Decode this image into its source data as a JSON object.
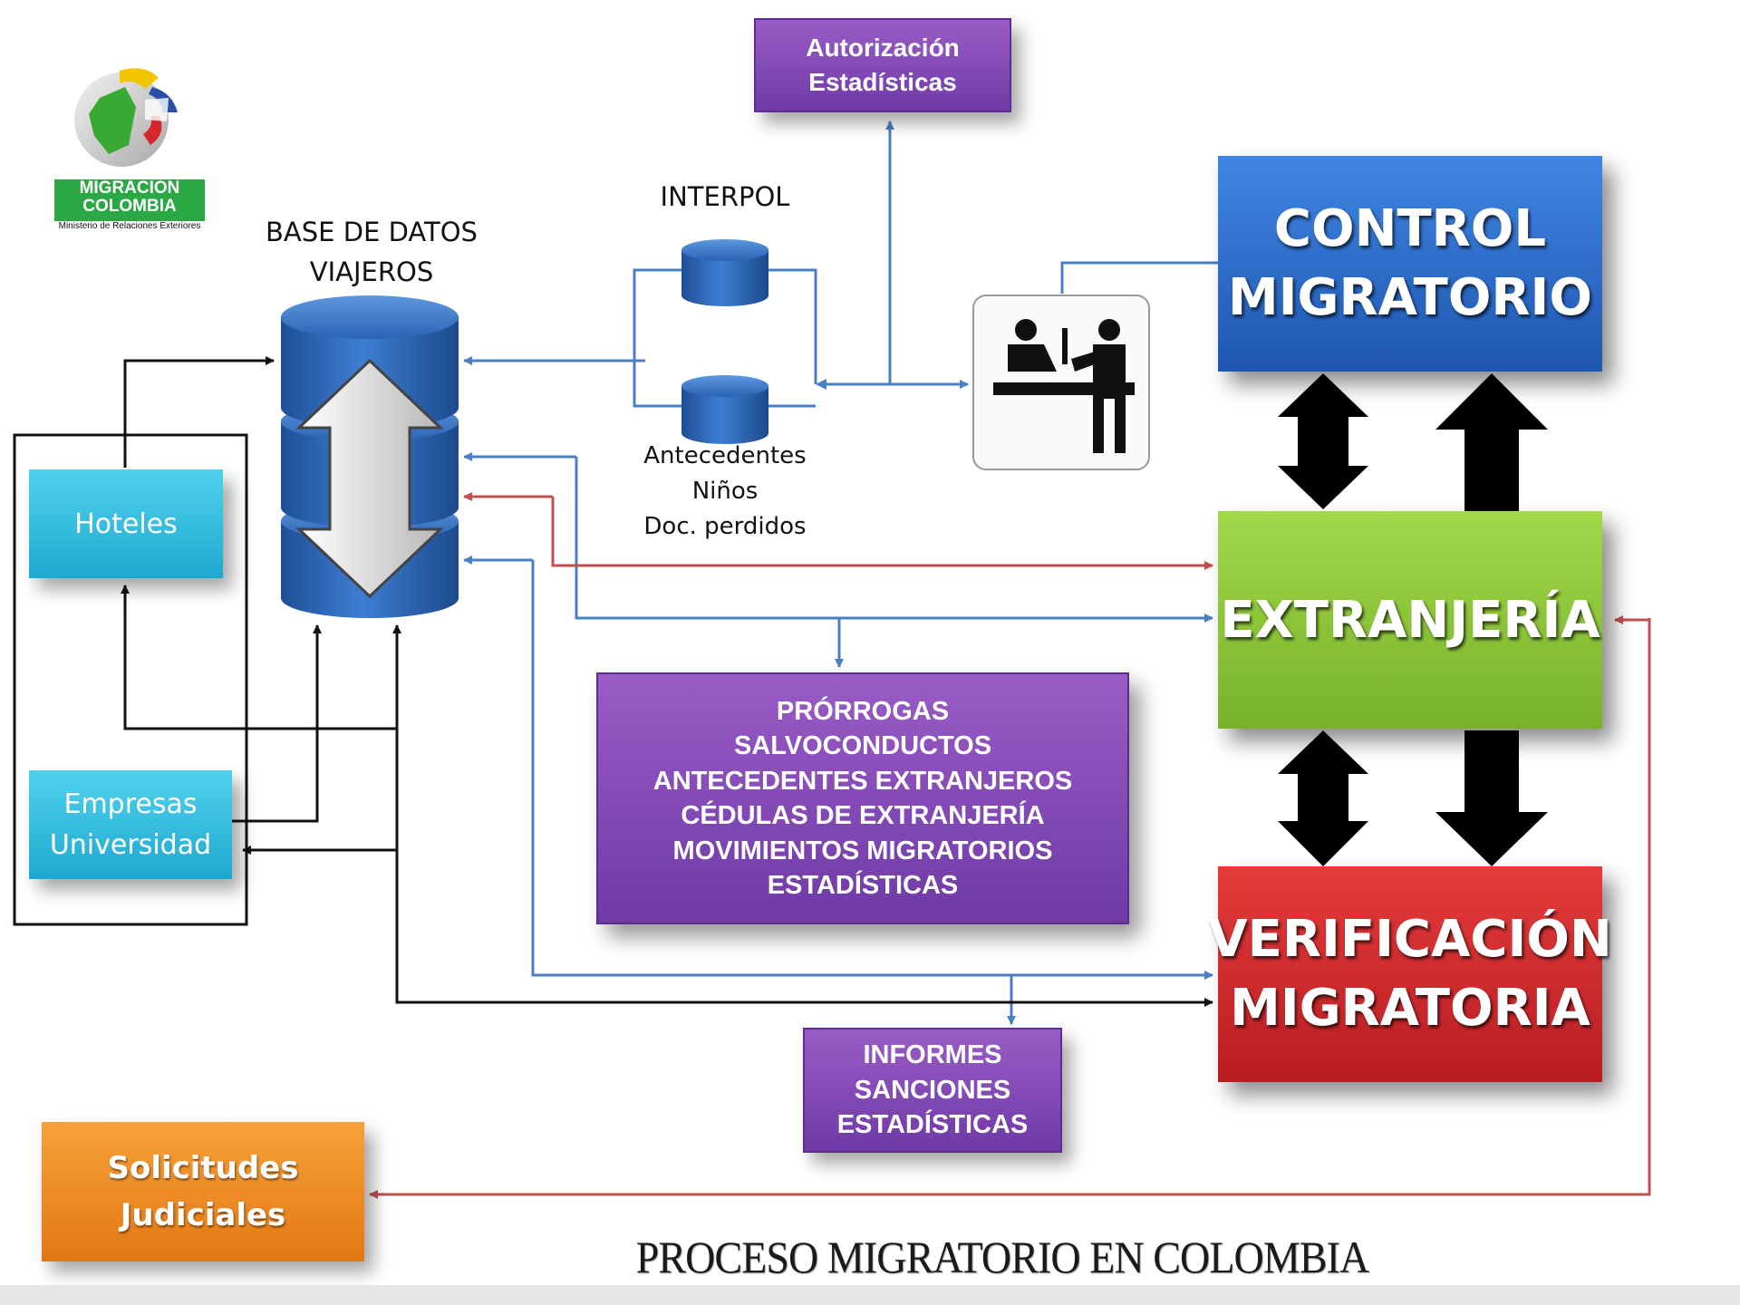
{
  "logo": {
    "name_line1": "MIGRACIÓN",
    "name_line2": "COLOMBIA",
    "subtitle": "Ministerio de Relaciones Exteriores"
  },
  "database": {
    "line1": "BASE DE DATOS",
    "line2": "VIAJEROS"
  },
  "interpol": {
    "title": "INTERPOL",
    "line1": "Antecedentes",
    "line2": "Niños",
    "line3": "Doc. perdidos"
  },
  "auth_box": {
    "line1": "Autorización",
    "line2": "Estadísticas"
  },
  "control_box": {
    "line1": "CONTROL",
    "line2": "MIGRATORIO"
  },
  "extranjeria_box": {
    "label": "EXTRANJERÍA"
  },
  "verificacion_box": {
    "line1": "VERIFICACIÓN",
    "line2": "MIGRATORIA"
  },
  "hoteles_box": {
    "label": "Hoteles"
  },
  "empresas_box": {
    "line1": "Empresas",
    "line2": "Universidad"
  },
  "services_box": {
    "lines": [
      "PRÓRROGAS",
      "SALVOCONDUCTOS",
      "ANTECEDENTES EXTRANJEROS",
      "CÉDULAS DE EXTRANJERÍA",
      "MOVIMIENTOS MIGRATORIOS",
      "ESTADÍSTICAS"
    ]
  },
  "informes_box": {
    "line1": "INFORMES",
    "line2": "SANCIONES",
    "line3": "ESTADÍSTICAS"
  },
  "solicitudes_box": {
    "line1": "Solicitudes",
    "line2": "Judiciales"
  },
  "footer_title": "PROCESO MIGRATORIO EN COLOMBIA",
  "icons": [
    "migration-control-counter-icon",
    "database-icon",
    "double-arrow-icon"
  ],
  "colors": {
    "blue_arrow": "#4a7fc1",
    "red_arrow": "#c0504d",
    "black_arrow": "#111111",
    "control_blue": "#2f6fd0",
    "extranjeria_green": "#8cc63f",
    "verificacion_red": "#d2262a",
    "purple": "#7a45b0",
    "cyan": "#30bde0",
    "orange": "#f08a1c"
  }
}
